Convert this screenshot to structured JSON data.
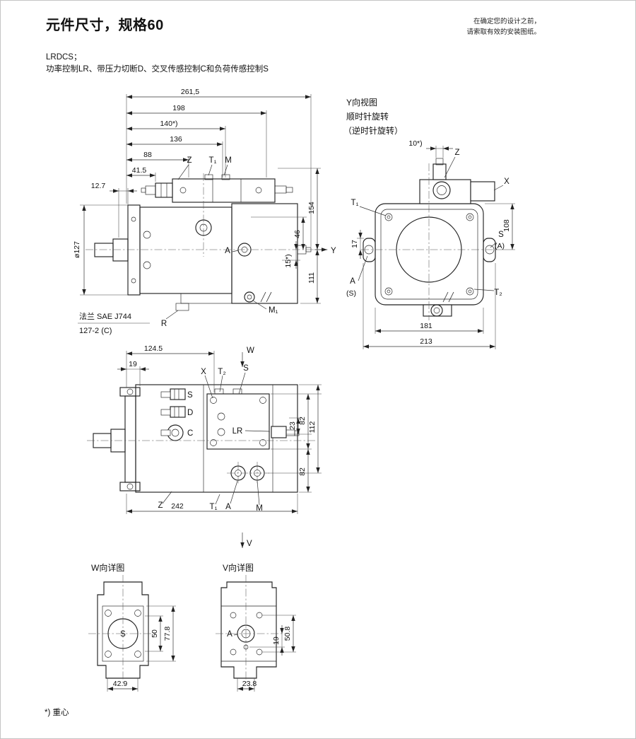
{
  "colors": {
    "ink": "#1a1a1a",
    "paper": "#ffffff"
  },
  "header": {
    "title": "元件尺寸，规格60",
    "note_line1": "在确定您的设计之前，",
    "note_line2": "请索取有效的安装图纸。",
    "subtitle_line1": "LRDCS；",
    "subtitle_line2": "功率控制LR、带压力切断D、交叉传感控制C和负荷传感控制S"
  },
  "side_view": {
    "dim_overall": "261,5",
    "dim_198": "198",
    "dim_140": "140*)",
    "dim_136": "136",
    "dim_88": "88",
    "dim_41_5": "41.5",
    "dim_12_7": "12.7",
    "dim_flange_dia": "ø127",
    "dim_154": "154",
    "dim_46": "46",
    "dim_15": "15*)",
    "dim_111": "111",
    "label_Z": "Z",
    "label_T1": "T₁",
    "label_M": "M",
    "label_Y": "Y",
    "label_A": "A",
    "label_M1": "M₁",
    "label_R": "R",
    "flange_line1": "法兰  SAE J744",
    "flange_line2": "127-2 (C)"
  },
  "y_view": {
    "title": "Y向视图",
    "subtitle1": "顺时针旋转",
    "subtitle2": "（逆时针旋转）",
    "dim_10": "10*)",
    "dim_17": "17",
    "dim_108": "108",
    "dim_181": "181",
    "dim_213": "213",
    "label_Z": "Z",
    "label_X": "X",
    "label_T1": "T₁",
    "label_T2": "T₂",
    "label_S": "S",
    "label_S_sub": "(A)",
    "label_A": "A",
    "label_A_sub": "(S)"
  },
  "top_view": {
    "dim_124_5": "124.5",
    "dim_19": "19",
    "dim_23": "23",
    "dim_82_upper": "82",
    "dim_112": "112",
    "dim_82_lower": "82",
    "dim_242": "242",
    "label_X": "X",
    "label_T2": "T₂",
    "label_S_upper": "S",
    "label_W": "W",
    "port_S": "S",
    "port_D": "D",
    "port_C": "C",
    "label_LR": "LR",
    "label_Z": "Z",
    "label_T1": "T₁",
    "label_A": "A",
    "label_M": "M",
    "label_V": "V"
  },
  "w_detail": {
    "title": "W向详图",
    "port_S": "S",
    "dim_50": "50",
    "dim_77_8": "77.8",
    "dim_42_9": "42.9"
  },
  "v_detail": {
    "title": "V向详图",
    "port_A": "A",
    "dim_50_8": "50.8",
    "dim_19": "19",
    "dim_23_8": "23.8"
  },
  "footer": {
    "footnote": "*) 重心"
  }
}
